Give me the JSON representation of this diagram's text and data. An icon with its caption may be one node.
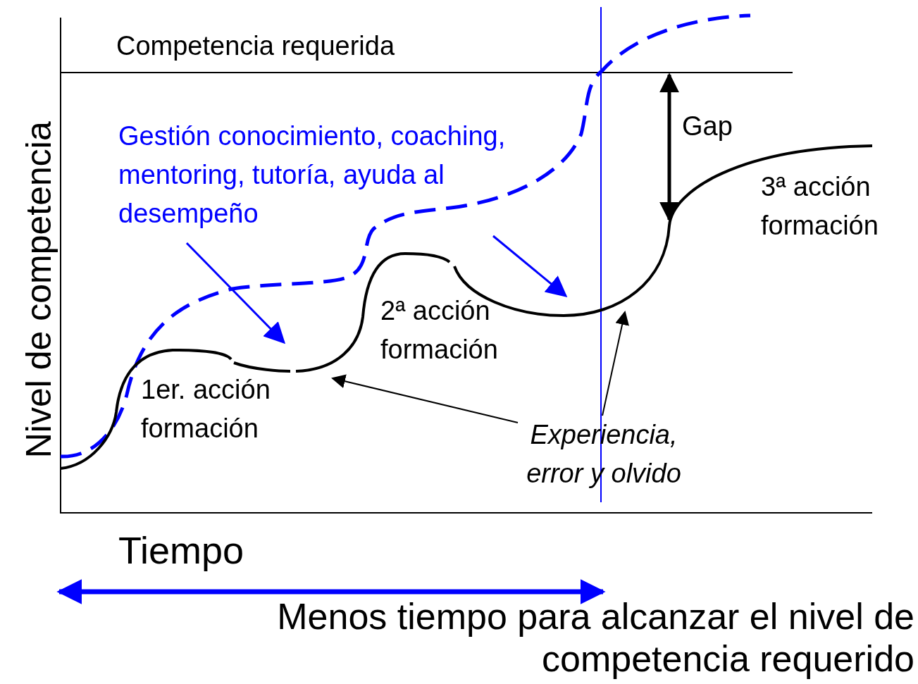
{
  "diagram": {
    "nodes": [
      {
        "text": [
          "Gestión conocimiento, coaching, mentoring, tutoría, ayuda al desempeño"
        ]
      },
      {
        "text": [
          "Experiencia, error y olvido"
        ]
      }
    ],
    "edges": [
      {
        "from": 0,
        "to": null,
        "arrow": "to",
        "color": "#0000ff"
      },
      {
        "from": 0,
        "to": null,
        "arrow": "to",
        "color": "#0000ff"
      },
      {
        "from": 1,
        "to": null,
        "arrow": "to",
        "color": "#000000"
      },
      {
        "from": 1,
        "to": null,
        "arrow": "to",
        "color": "#000000"
      }
    ],
    "labels": [
      "Competencia requerida",
      "Nivel de competencia",
      "Gap",
      "3ª acción formación",
      "2ª acción formación",
      "1er. acción formación",
      "Tiempo",
      "Menos tiempo para alcanzar el nivel de competencia requerido"
    ]
  }
}
